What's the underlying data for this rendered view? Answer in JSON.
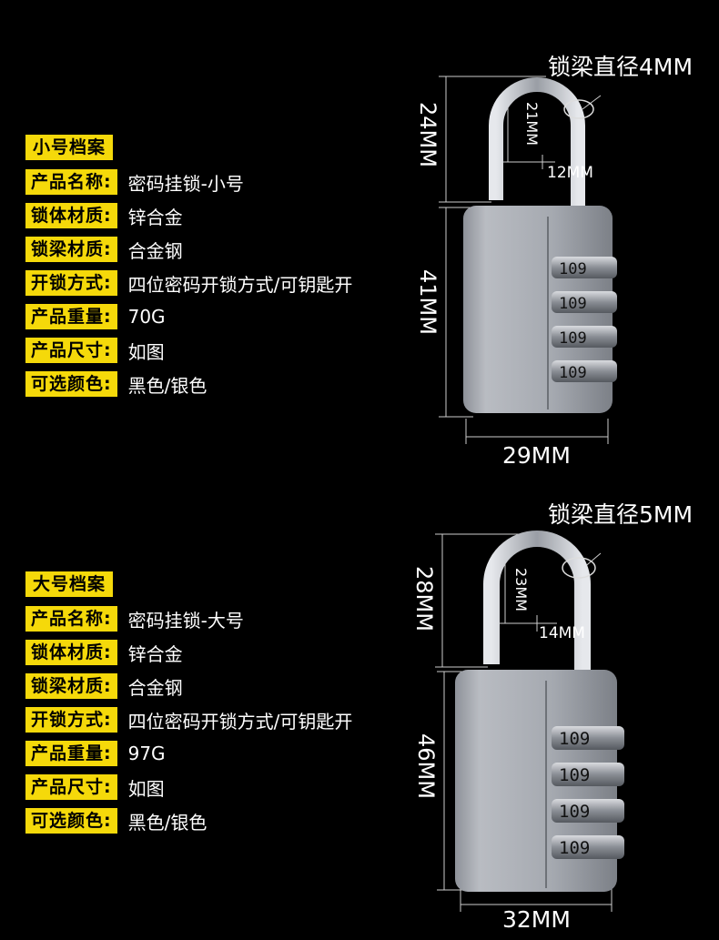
{
  "small": {
    "title": "小号档案",
    "specs": [
      {
        "label": "产品名称:",
        "value": "密码挂锁-小号"
      },
      {
        "label": "锁体材质:",
        "value": "锌合金"
      },
      {
        "label": "锁梁材质:",
        "value": "合金钢"
      },
      {
        "label": "开锁方式:",
        "value": "四位密码开锁方式/可钥匙开"
      },
      {
        "label": "产品重量:",
        "value": "70G"
      },
      {
        "label": "产品尺寸:",
        "value": "如图"
      },
      {
        "label": "可选颜色:",
        "value": "黑色/银色"
      }
    ],
    "dims": {
      "shackle_diameter": "锁梁直径4MM",
      "shackle_height": "24MM",
      "inner_height": "21MM",
      "inner_width": "12MM",
      "body_height": "41MM",
      "body_width": "29MM"
    }
  },
  "large": {
    "title": "大号档案",
    "specs": [
      {
        "label": "产品名称:",
        "value": "密码挂锁-大号"
      },
      {
        "label": "锁体材质:",
        "value": "锌合金"
      },
      {
        "label": "锁梁材质:",
        "value": "合金钢"
      },
      {
        "label": "开锁方式:",
        "value": "四位密码开锁方式/可钥匙开"
      },
      {
        "label": "产品重量:",
        "value": "97G"
      },
      {
        "label": "产品尺寸:",
        "value": "如图"
      },
      {
        "label": "可选颜色:",
        "value": "黑色/银色"
      }
    ],
    "dims": {
      "shackle_diameter": "锁梁直径5MM",
      "shackle_height": "28MM",
      "inner_height": "23MM",
      "inner_width": "14MM",
      "body_height": "46MM",
      "body_width": "32MM"
    }
  },
  "colors": {
    "tag_bg": "#f5d90a",
    "background": "#000000",
    "text": "#ffffff"
  },
  "dial_digits": [
    "1",
    "0",
    "9"
  ]
}
